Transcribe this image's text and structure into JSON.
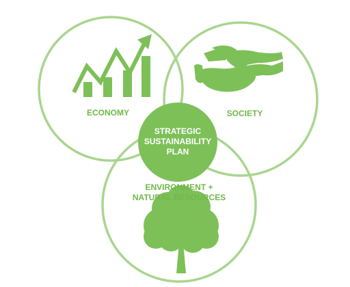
{
  "colors": {
    "primary": "#7dc058",
    "center_fill": "#7dc058",
    "ring": "#a9d58e",
    "label": "#6fb84a",
    "center_text": "#ffffff",
    "background": "#ffffff"
  },
  "circles": [
    {
      "id": "economy",
      "label": "ECONOMY",
      "icon": "growth-chart-icon"
    },
    {
      "id": "society",
      "label": "SOCIETY",
      "icon": "handshake-icon"
    },
    {
      "id": "environment",
      "label_line1": "ENVIRONMENT +",
      "label_line2": "NATURAL RESOURCES",
      "icon": "tree-icon"
    }
  ],
  "center": {
    "line1": "STRATEGIC",
    "line2": "SUSTAINABILITY",
    "line3": "PLAN"
  }
}
